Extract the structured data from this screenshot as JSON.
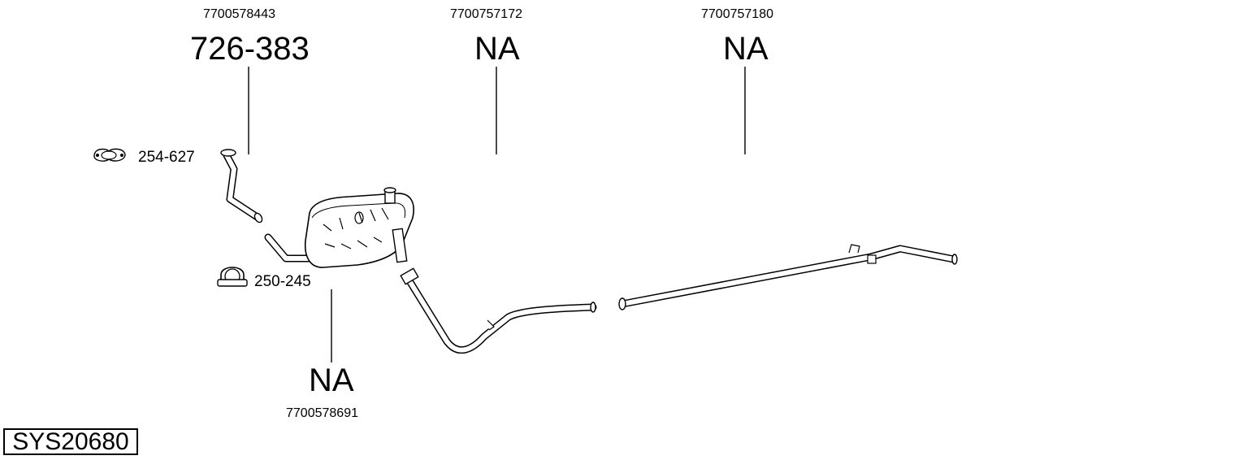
{
  "system_code": "SYS20680",
  "parts": [
    {
      "oem": "7700578443",
      "ref": "726-383"
    },
    {
      "oem": "7700757172",
      "ref": "NA"
    },
    {
      "oem": "7700757180",
      "ref": "NA"
    },
    {
      "oem": "7700578691",
      "ref": "NA"
    }
  ],
  "accessories": [
    {
      "ref": "254-627",
      "icon": "flange-clamp-icon"
    },
    {
      "ref": "250-245",
      "icon": "u-bolt-clamp-icon"
    }
  ]
}
